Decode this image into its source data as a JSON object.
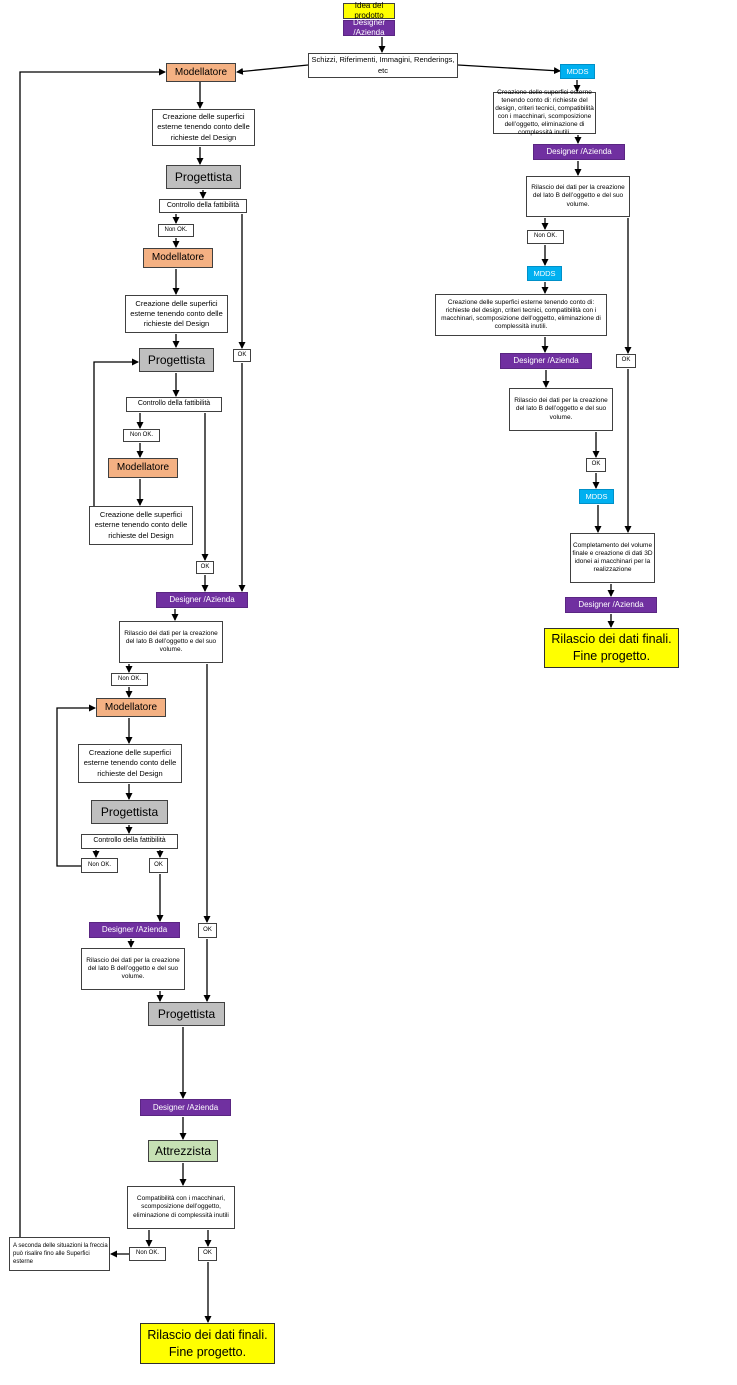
{
  "colors": {
    "idea": "#ffff00",
    "designer": "#7030a0",
    "modellatore": "#f4b183",
    "progettista": "#bfbfbf",
    "mdds": "#00b0f0",
    "attrezzista": "#c6e0b4",
    "final": "#ffff00",
    "line": "#000000"
  },
  "labels": {
    "idea": "Idea del prodotto",
    "designer": "Designer /Azienda",
    "modellatore": "Modellatore",
    "progettista": "Progettista",
    "mdds": "MDDS",
    "attrezzista": "Attrezzista",
    "sketches": "Schizzi, Riferimenti, Immagini, Renderings, etc",
    "creazione": "Creazione delle superfici esterne tenendo conto delle richieste del Design",
    "controllo": "Controllo della fattibilità",
    "non_ok": "Non OK.",
    "ok": "OK",
    "rilascio": "Rilascio dei dati per la creazione del lato B dell’oggetto e del suo volume.",
    "mdds_creazione": "Creazione delle superfici esterne tenendo conto di: richieste del design, criteri tecnici, compatibilità con i macchinari, scomposizione dell’oggetto, eliminazione di complessità inutili.",
    "completamento": "Completamento del volume finale e creazione di dati 3D idonei ai macchinari per la realizzazione",
    "compatibilita": "Compatibilità con i macchinari, scomposizione dell’oggetto, eliminazione di complessità inutili",
    "note": "A seconda delle situazioni la freccia può risalire fino alle Superfici esterne",
    "final": "Rilascio dei dati finali. Fine progetto."
  }
}
